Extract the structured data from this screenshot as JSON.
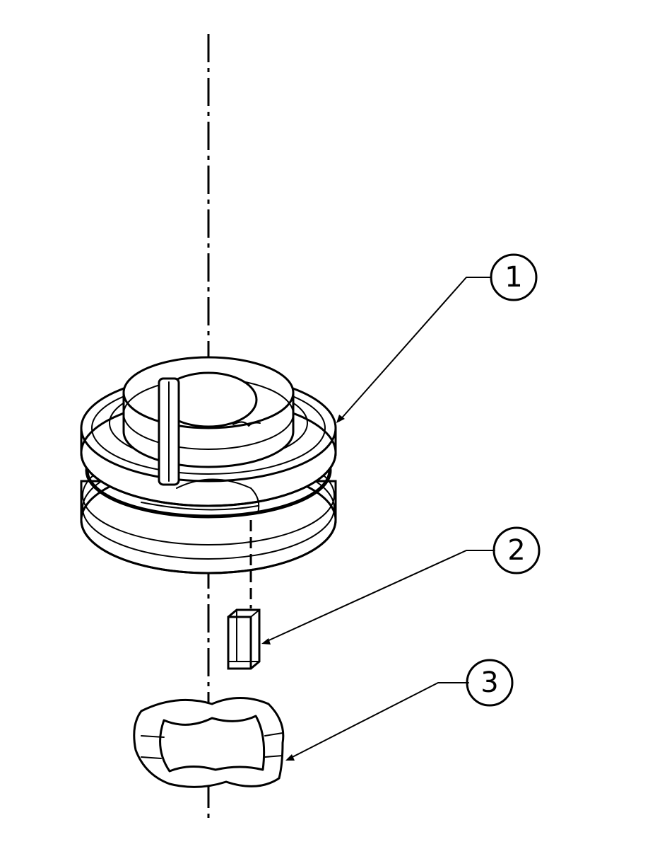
{
  "balloons": [
    {
      "label": "1"
    },
    {
      "label": "2"
    },
    {
      "label": "3"
    }
  ],
  "colors": {
    "ink": "#000000",
    "paper": "#ffffff"
  }
}
